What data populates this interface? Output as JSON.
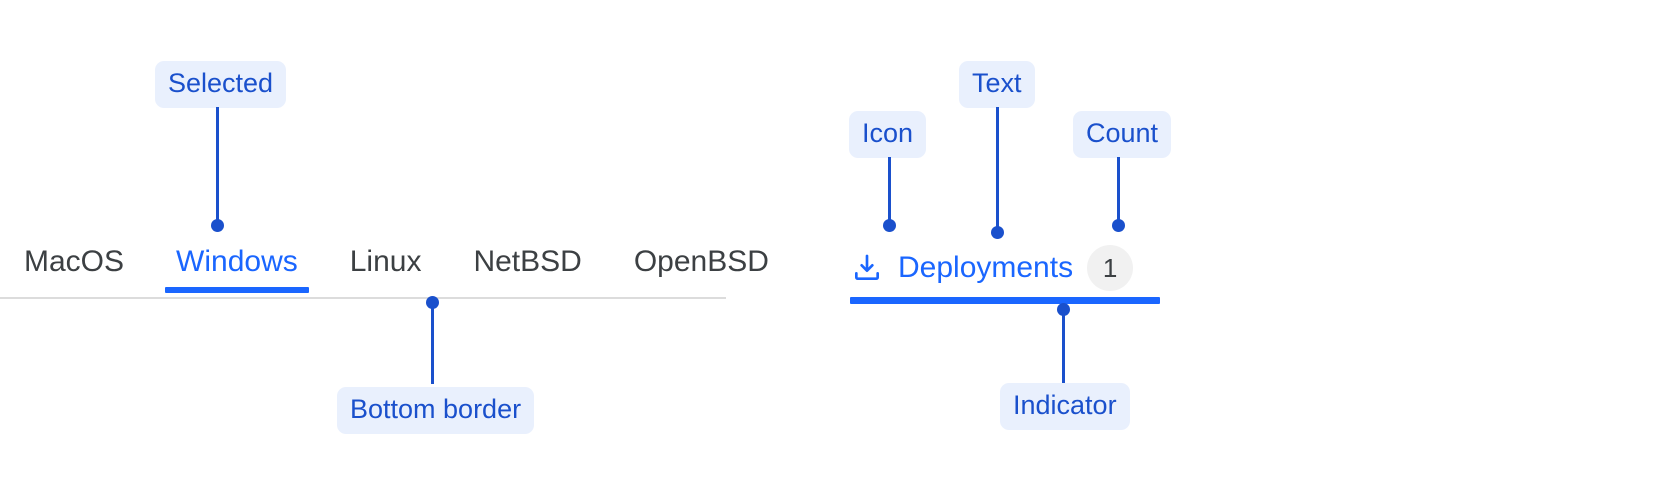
{
  "left_example": {
    "tabs": [
      {
        "label": "MacOS",
        "selected": false
      },
      {
        "label": "Windows",
        "selected": true
      },
      {
        "label": "Linux",
        "selected": false
      },
      {
        "label": "NetBSD",
        "selected": false
      },
      {
        "label": "OpenBSD",
        "selected": false
      }
    ],
    "annotations": {
      "selected": "Selected",
      "bottom_border": "Bottom border"
    }
  },
  "right_example": {
    "tab": {
      "icon": "download-icon",
      "text": "Deployments",
      "count": "1"
    },
    "annotations": {
      "icon": "Icon",
      "text": "Text",
      "count": "Count",
      "indicator": "Indicator"
    }
  },
  "colors": {
    "accent": "#1a66ff",
    "annotation_text": "#1a50cc",
    "annotation_bg": "#e9f0fd",
    "tab_text": "#3c4043",
    "border": "#dcdcdc",
    "count_bg": "#f1f1f1"
  }
}
